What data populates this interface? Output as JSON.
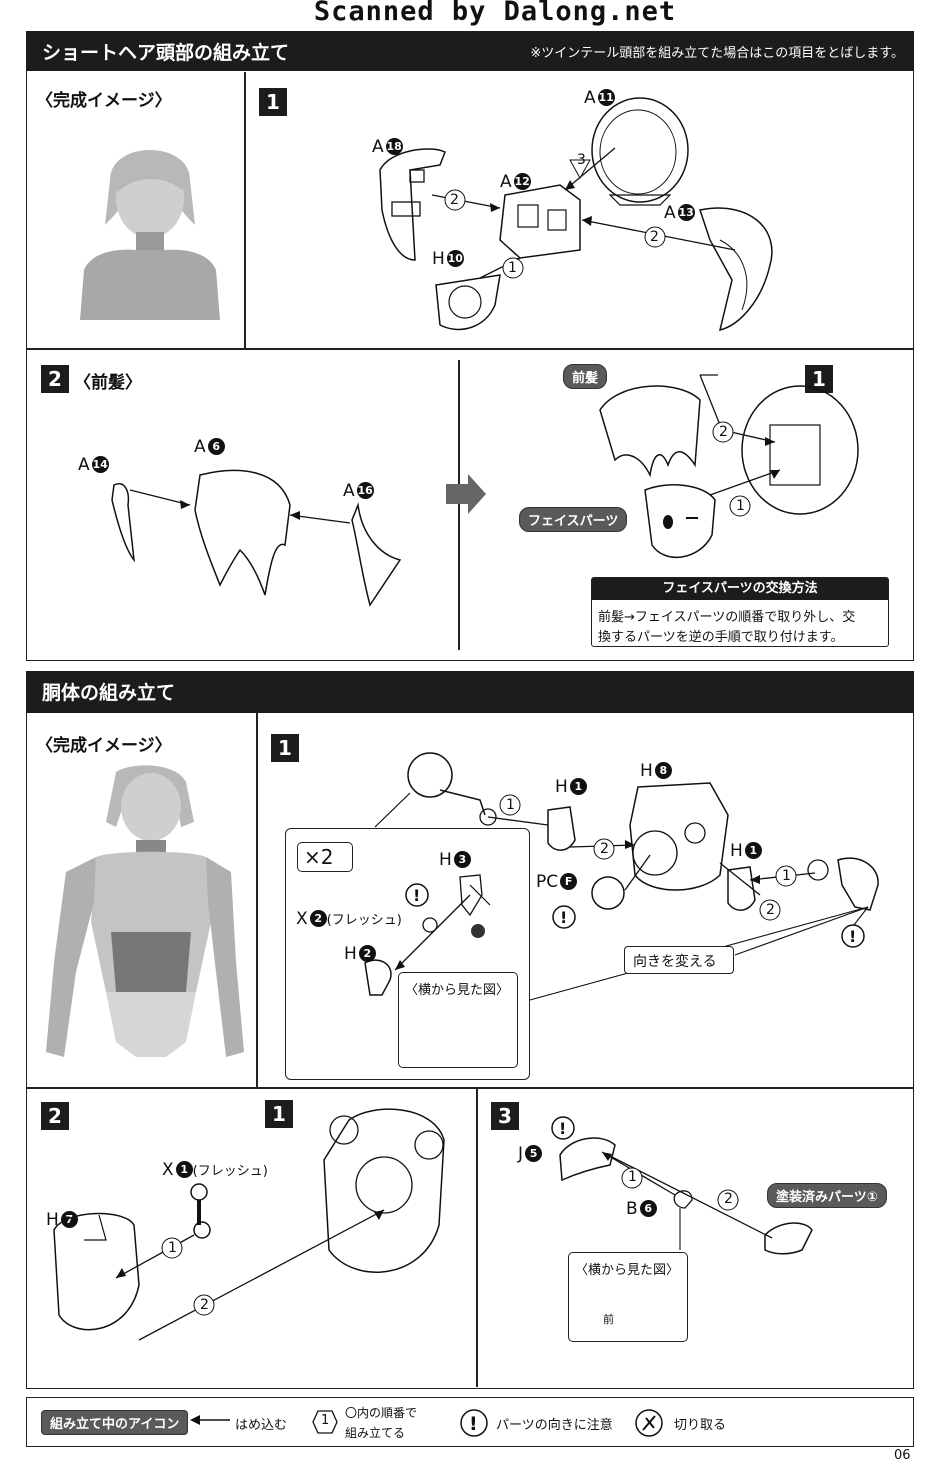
{
  "banner": "Scanned by Dalong.net",
  "head": {
    "title": "ショートヘア頭部の組み立て",
    "note": "※ツインテール頭部を組み立てた場合はこの項目をとばします。",
    "complete_image_label": "〈完成イメージ〉",
    "step1": {
      "number": "1",
      "parts": [
        {
          "letter": "A",
          "num": "18"
        },
        {
          "letter": "A",
          "num": "11"
        },
        {
          "letter": "A",
          "num": "12"
        },
        {
          "letter": "A",
          "num": "13"
        },
        {
          "letter": "H",
          "num": "10"
        }
      ],
      "order_marks": [
        "3",
        "2",
        "2",
        "1"
      ]
    },
    "step2": {
      "number": "2",
      "label": "〈前髪〉",
      "parts": [
        {
          "letter": "A",
          "num": "14"
        },
        {
          "letter": "A",
          "num": "6"
        },
        {
          "letter": "A",
          "num": "16"
        }
      ],
      "right_tag_bangs": "前髪",
      "right_tag_face": "フェイスパーツ",
      "right_ref_step": "1",
      "order_marks": [
        "2",
        "1"
      ],
      "face_swap_title": "フェイスパーツの交換方法",
      "face_swap_text_1": "前髪→フェイスパーツの順番で取り外し、交",
      "face_swap_text_2": "換するパーツを逆の手順で取り付けます。"
    }
  },
  "body": {
    "title": "胴体の組み立て",
    "complete_image_label": "〈完成イメージ〉",
    "step1": {
      "number": "1",
      "multiplier": "×2",
      "parts": [
        {
          "letter": "H",
          "num": "1"
        },
        {
          "letter": "H",
          "num": "8"
        },
        {
          "letter": "H",
          "num": "1"
        },
        {
          "letter": "PC",
          "num": "F"
        },
        {
          "letter": "H",
          "num": "3"
        },
        {
          "letter": "X",
          "num": "2",
          "suffix": "(フレッシュ)"
        },
        {
          "letter": "H",
          "num": "2"
        }
      ],
      "order_marks": [
        "1",
        "2",
        "1",
        "2"
      ],
      "side_view": "〈横から見た図〉",
      "orientation_tag": "向きを変える"
    },
    "step2": {
      "number": "2",
      "ref_step": "1",
      "parts": [
        {
          "letter": "X",
          "num": "1",
          "suffix": "(フレッシュ)"
        },
        {
          "letter": "H",
          "num": "7"
        }
      ],
      "order_marks": [
        "1",
        "2"
      ]
    },
    "step3": {
      "number": "3",
      "parts": [
        {
          "letter": "J",
          "num": "5"
        },
        {
          "letter": "B",
          "num": "6"
        }
      ],
      "order_marks": [
        "1",
        "2"
      ],
      "painted_tag": "塗装済みパーツ①",
      "side_view": "〈横から見た図〉",
      "front_label": "前"
    }
  },
  "legend": {
    "title": "組み立て中のアイコン",
    "press_fit": "はめ込む",
    "order_1": "〇内の順番で",
    "order_2": "組み立てる",
    "order_icon": "1",
    "orientation": "パーツの向きに注意",
    "cut": "切り取る"
  },
  "page_number": "06",
  "colors": {
    "bar": "#1c1c1c",
    "pill": "#5a5a5a",
    "figure": "#b8b8b8"
  }
}
